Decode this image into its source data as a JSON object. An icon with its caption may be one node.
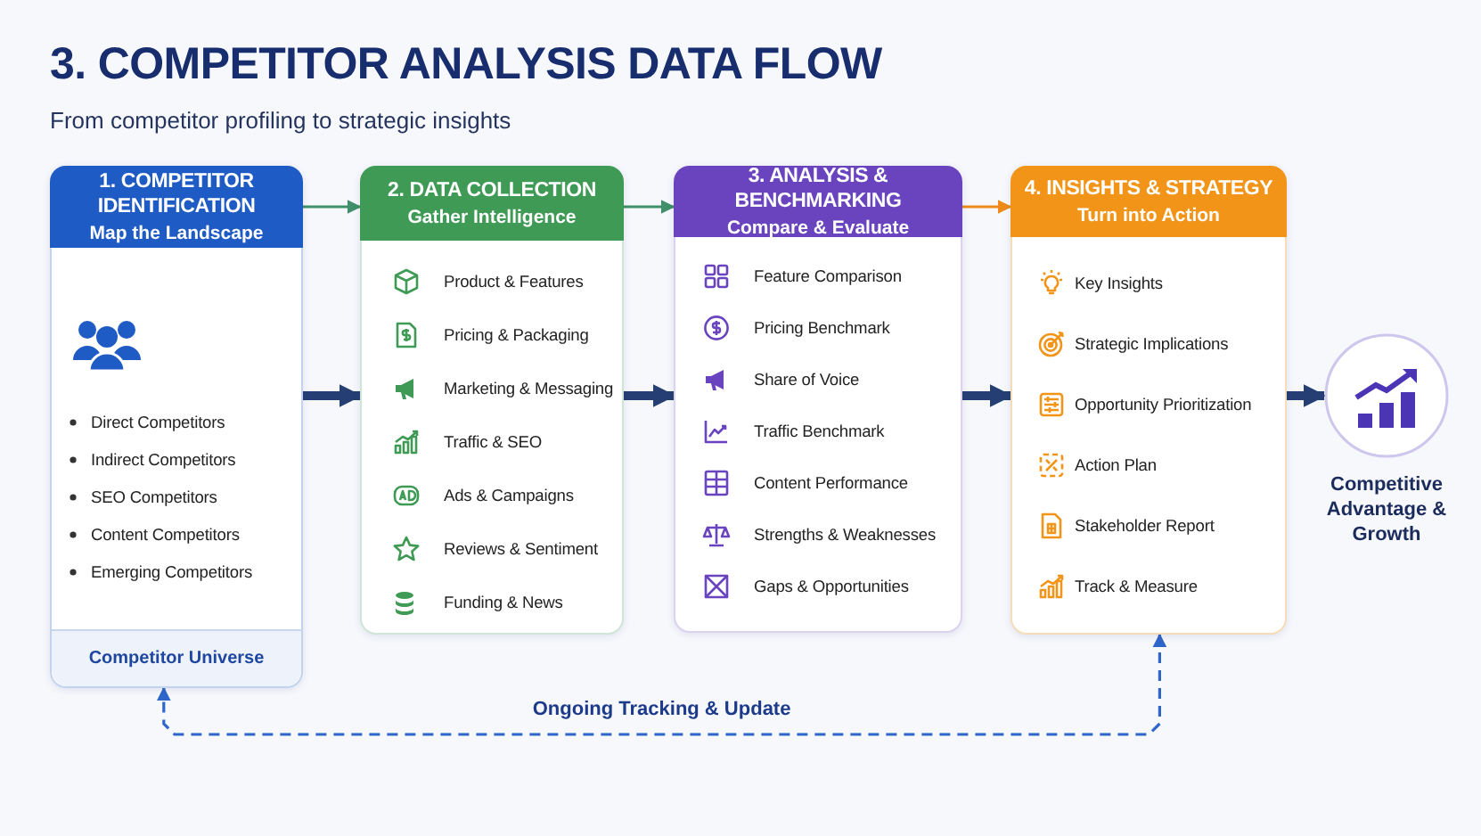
{
  "diagram": {
    "title": "3. COMPETITOR ANALYSIS DATA FLOW",
    "nodes": [
      {
        "text": [
          "1. COMPETITOR IDENTIFICATION",
          "Map the Landscape",
          "Direct Competitors",
          "Indirect Competitors",
          "SEO Competitors",
          "Content Competitors",
          "Emerging Competitors"
        ]
      },
      {
        "text": [
          "Competitor Universe"
        ],
        "in": 0
      },
      {
        "text": [
          "2. DATA COLLECTION",
          "Gather Intelligence",
          "Product & Features",
          "Pricing & Packaging",
          "Marketing & Messaging",
          "Traffic & SEO",
          "Ads & Campaigns",
          "Reviews & Sentiment",
          "Funding & News"
        ]
      },
      {
        "text": [
          "3. ANALYSIS & BENCHMARKING",
          "Compare & Evaluate",
          "Feature Comparison",
          "Pricing Benchmark",
          "Share of Voice",
          "Traffic Benchmark",
          "Content Performance",
          "Strengths & Weaknesses",
          "Gaps & Opportunities"
        ]
      },
      {
        "text": [
          "4. INSIGHTS & STRATEGY",
          "Turn into Action",
          "Key Insights",
          "Strategic Implications",
          "Opportunity Prioritization",
          "Action Plan",
          "Stakeholder Report",
          "Track & Measure"
        ]
      },
      {
        "text": [
          "Competitive Advantage & Growth"
        ]
      }
    ],
    "edges": [
      {
        "from": 0,
        "to": 2,
        "arrow": "to",
        "color": "#3f8f6a"
      },
      {
        "from": 0,
        "to": 2,
        "arrow": "to",
        "style": "thick"
      },
      {
        "from": 2,
        "to": 3,
        "arrow": "to",
        "color": "#3f8f6a"
      },
      {
        "from": 2,
        "to": 3,
        "arrow": "to",
        "style": "thick"
      },
      {
        "from": 3,
        "to": 4,
        "arrow": "to",
        "color": "#ee8a1c"
      },
      {
        "from": 3,
        "to": 4,
        "arrow": "to",
        "style": "thick"
      },
      {
        "from": 4,
        "to": 5,
        "arrow": "to",
        "style": "thick"
      },
      {
        "from": 4,
        "to": 0,
        "arrow": "both",
        "style": "dashed",
        "color": "#2f66c9",
        "label": "Ongoing Tracking & Update"
      }
    ],
    "labels": [
      "From competitor profiling to strategic insights"
    ]
  }
}
